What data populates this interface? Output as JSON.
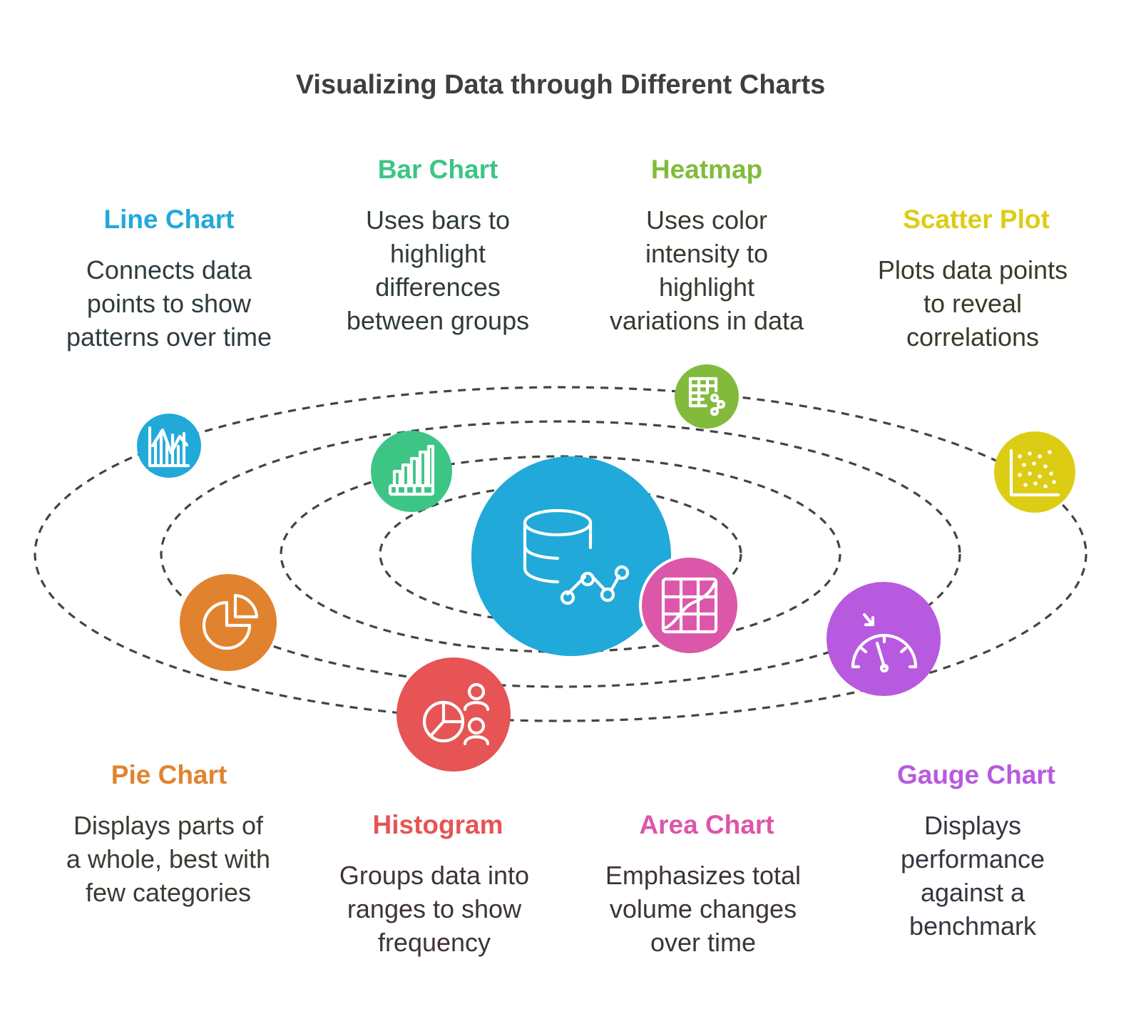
{
  "title": "Visualizing Data through Different Charts",
  "center": {
    "icon": "database-graph-icon",
    "color": "#21a9d9"
  },
  "charts": {
    "line": {
      "title": "Line Chart",
      "desc": [
        "Connects data",
        "points to show",
        "patterns over time"
      ],
      "color": "#21a9d9",
      "text_color": "#2f3b40",
      "icon": "line-chart-icon"
    },
    "bar": {
      "title": "Bar Chart",
      "desc": [
        "Uses bars to",
        "highlight",
        "differences",
        "between groups"
      ],
      "color": "#3cc585",
      "text_color": "#2f3b37",
      "icon": "bar-chart-icon"
    },
    "heatmap": {
      "title": "Heatmap",
      "desc": [
        "Uses color",
        "intensity to",
        "highlight",
        "variations in data"
      ],
      "color": "#82bb3c",
      "text_color": "#353b2f",
      "icon": "table-network-icon"
    },
    "scatter": {
      "title": "Scatter Plot",
      "desc": [
        "Plots data points",
        "to reveal",
        "correlations"
      ],
      "color": "#dccd14",
      "text_color": "#3b392a",
      "icon": "scatter-plot-icon"
    },
    "pie": {
      "title": "Pie Chart",
      "desc": [
        "Displays parts of",
        "a whole, best with",
        "few categories"
      ],
      "color": "#e1832e",
      "text_color": "#3e3a33",
      "icon": "pie-chart-icon"
    },
    "histogram": {
      "title": "Histogram",
      "desc": [
        "Groups data into",
        "ranges to show",
        "frequency"
      ],
      "color": "#e65455",
      "text_color": "#3f3336",
      "icon": "pie-chart-people-icon"
    },
    "area": {
      "title": "Area Chart",
      "desc": [
        "Emphasizes total",
        "volume changes",
        "over time"
      ],
      "color": "#dc56a9",
      "text_color": "#3d3339",
      "icon": "area-grid-chart-icon"
    },
    "gauge": {
      "title": "Gauge Chart",
      "desc": [
        "Displays",
        "performance",
        "against a",
        "benchmark"
      ],
      "color": "#b75ae0",
      "text_color": "#3a3340",
      "icon": "gauge-icon"
    }
  }
}
